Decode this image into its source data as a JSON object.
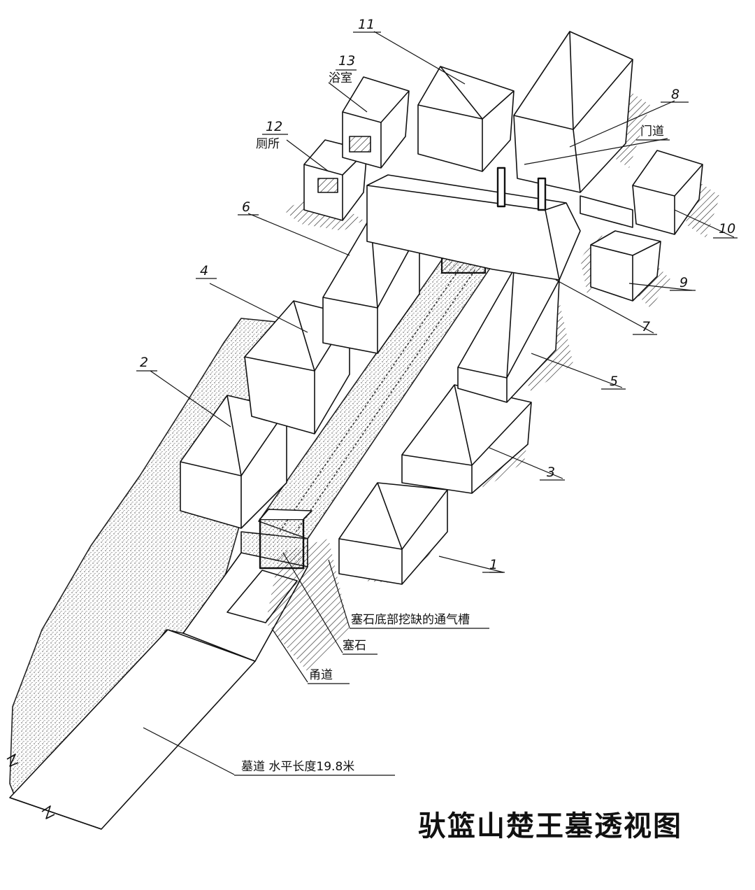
{
  "title": "驮篮山楚王墓透视图",
  "labels": {
    "n1": "1",
    "n2": "2",
    "n3": "3",
    "n4": "4",
    "n5": "5",
    "n6": "6",
    "n7": "7",
    "n8": "8",
    "n9": "9",
    "n10": "10",
    "n11": "11",
    "n12": "12",
    "n13": "13",
    "bathroom": "浴室",
    "toilet": "厕所",
    "doorway": "门道",
    "vent_groove": "塞石底部挖缺的通气槽",
    "plug_stone": "塞石",
    "passage": "甬道",
    "tomb_path": "墓道 水平长度19.8米"
  },
  "colors": {
    "ink": "#111111",
    "paper": "#ffffff",
    "stipple": "#555555"
  }
}
